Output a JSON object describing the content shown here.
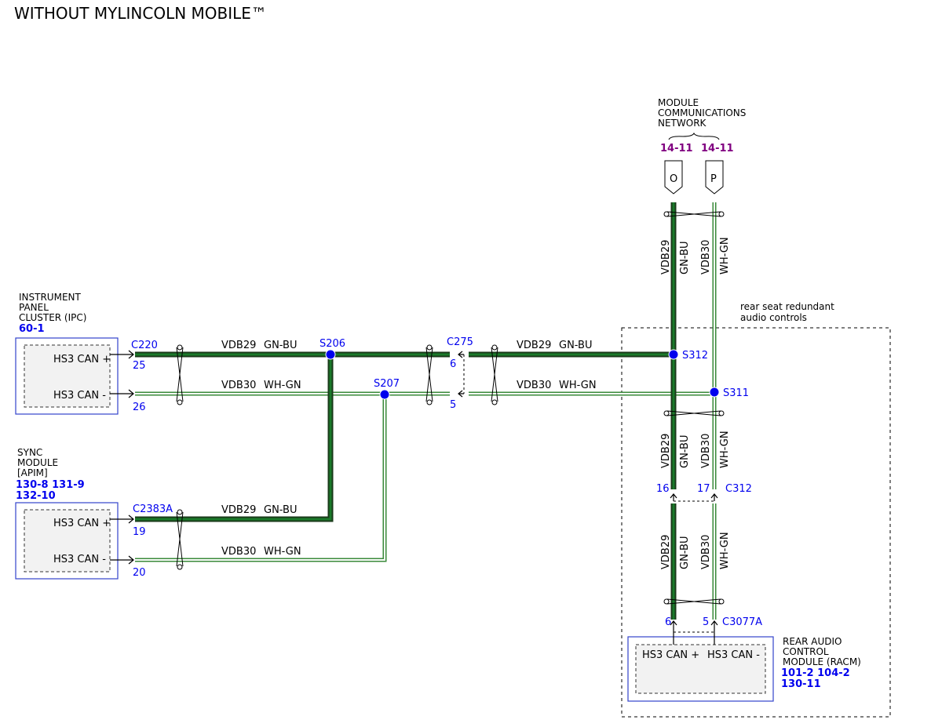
{
  "title": "WITHOUT MYLINCOLN MOBILE™",
  "network": {
    "label_lines": [
      "MODULE",
      "COMMUNICATIONS",
      "NETWORK"
    ],
    "refs": [
      "14-11",
      "14-11"
    ],
    "connectors": [
      "O",
      "P"
    ]
  },
  "ipc": {
    "label_lines": [
      "INSTRUMENT",
      "PANEL",
      "CLUSTER (IPC)"
    ],
    "ref": "60-1",
    "pin_plus": "HS3 CAN +",
    "pin_minus": "HS3 CAN -",
    "connector": "C220",
    "pin_num_plus": "25",
    "pin_num_minus": "26"
  },
  "sync": {
    "label_lines": [
      "SYNC",
      "MODULE",
      "[APIM]"
    ],
    "refs": [
      "130-8 131-9",
      "132-10"
    ],
    "pin_plus": "HS3 CAN +",
    "pin_minus": "HS3 CAN -",
    "connector": "C2383A",
    "pin_num_plus": "19",
    "pin_num_minus": "20"
  },
  "racm": {
    "label_lines": [
      "REAR AUDIO",
      "CONTROL",
      "MODULE (RACM)"
    ],
    "refs": [
      "101-2 104-2",
      "130-11"
    ],
    "pin_plus": "HS3 CAN +",
    "pin_minus": "HS3 CAN -",
    "connector": "C3077A",
    "pin_num_plus": "6",
    "pin_num_minus": "5"
  },
  "c275": {
    "name": "C275",
    "pin_plus": "6",
    "pin_minus": "5"
  },
  "c312": {
    "name": "C312",
    "pin_plus": "16",
    "pin_minus": "17"
  },
  "splices": [
    "S206",
    "S207",
    "S312",
    "S311"
  ],
  "region_label": [
    "rear seat redundant",
    "audio controls"
  ],
  "wires": {
    "plus_circuit": "VDB29",
    "plus_color": "GN-BU",
    "minus_circuit": "VDB30",
    "minus_color": "WH-GN"
  },
  "colors": {
    "gn_bu_dark": "#1a3a1a",
    "gn_bu_green": "#1a7a2a",
    "wh_gn_green": "#3a8a3a",
    "splice_blue": "#0000ee",
    "ref_purple": "#800080"
  }
}
